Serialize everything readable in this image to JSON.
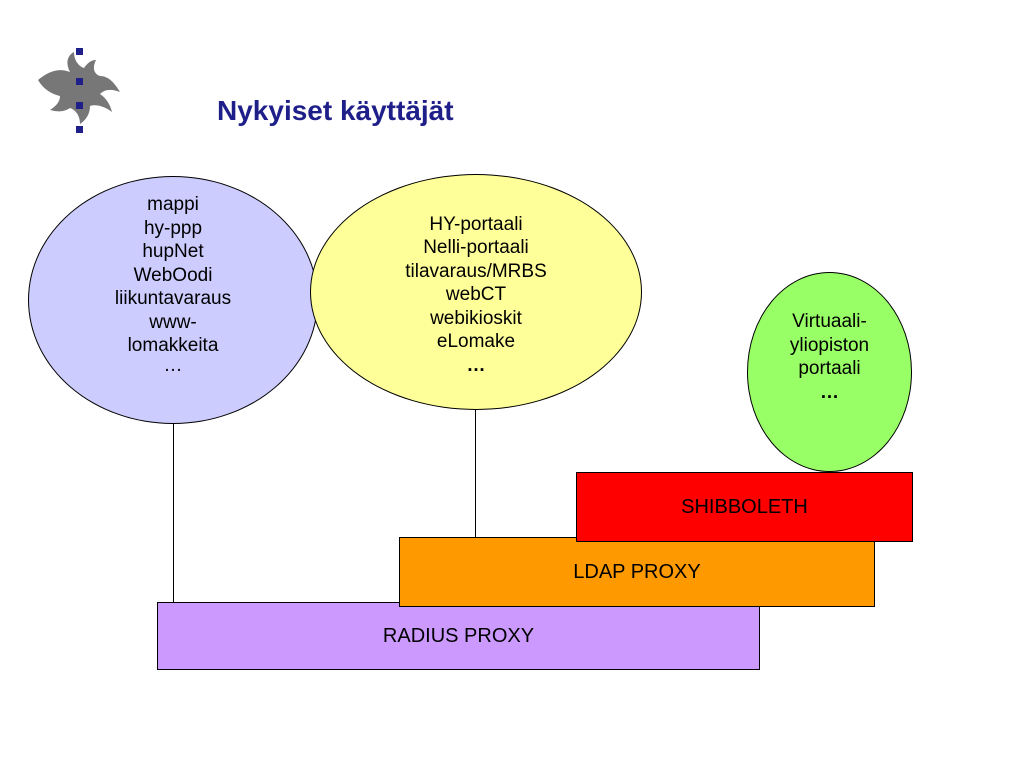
{
  "title": "Nykyiset käyttäjät",
  "colors": {
    "title": "#1f1f8a",
    "left_ellipse": "#ccccff",
    "middle_ellipse": "#ffff99",
    "right_ellipse": "#99ff66",
    "shibboleth": "#ff0000",
    "ldap_proxy": "#ff9900",
    "radius_proxy": "#cc99ff"
  },
  "logo": {
    "icon": "university-of-helsinki-flame-logo"
  },
  "left_group": {
    "lines": [
      "mappi",
      "hy-ppp",
      "hupNet",
      "WebOodi",
      "liikuntavaraus",
      "www-",
      "lomakkeita",
      "…"
    ]
  },
  "middle_group": {
    "lines": [
      "HY-portaali",
      "Nelli-portaali",
      "tilavaraus/MRBS",
      "webCT",
      "webikioskit",
      "eLomake"
    ],
    "more": "…"
  },
  "right_group": {
    "lines": [
      "Virtuaali-",
      "yliopiston",
      "portaali"
    ],
    "more": "…"
  },
  "layers": {
    "shibboleth": "SHIBBOLETH",
    "ldap_proxy": "LDAP PROXY",
    "radius_proxy": "RADIUS PROXY"
  }
}
